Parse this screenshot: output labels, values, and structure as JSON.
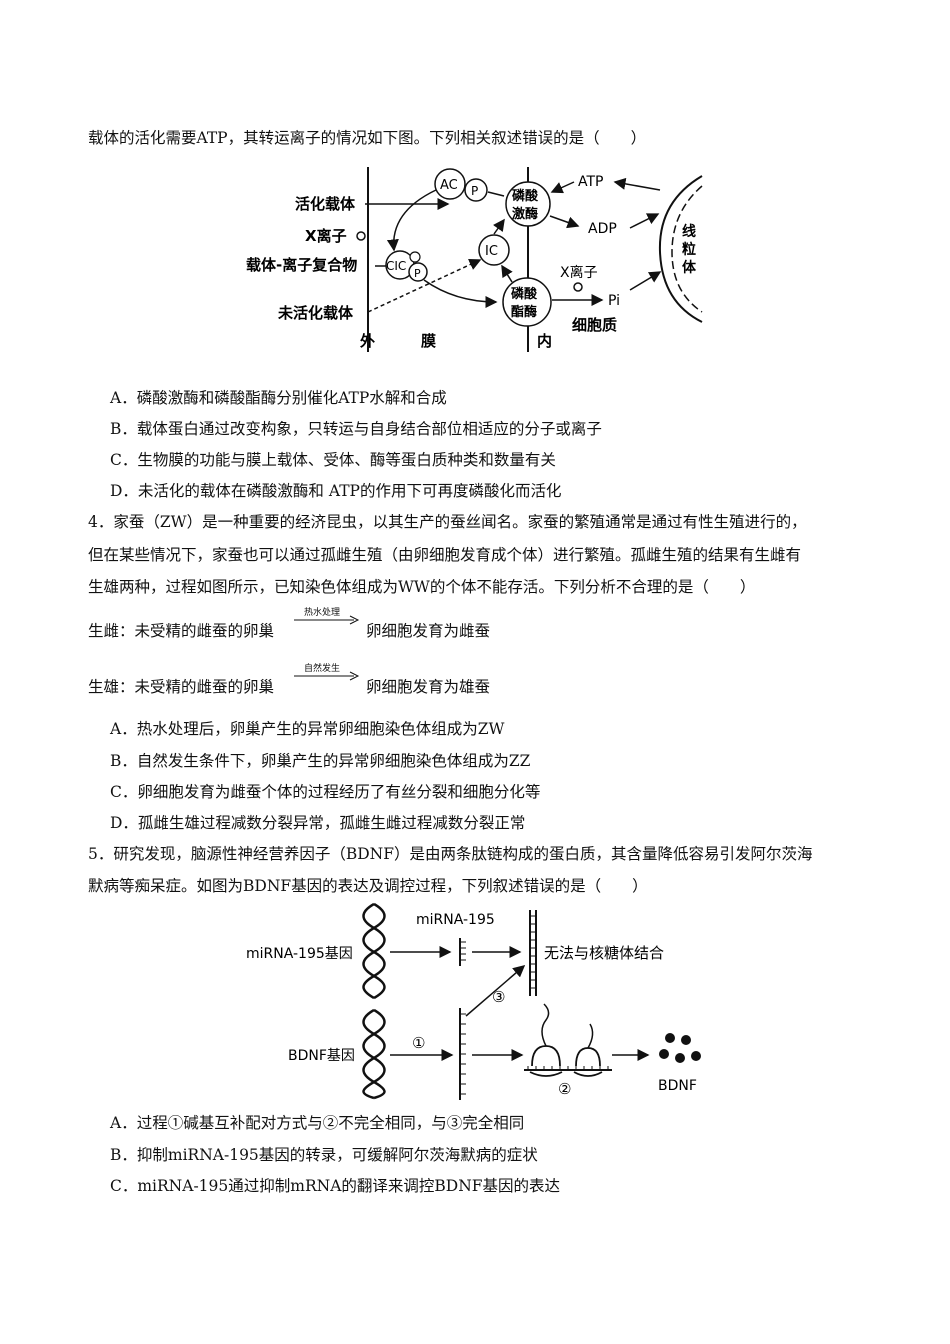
{
  "intro": "载体的活化需要ATP，其转运离子的情况如下图。下列相关叙述错误的是（　　）",
  "fig1": {
    "activated_carrier": "活化载体",
    "x_ion_left": "X离子",
    "complex": "载体-离子复合物",
    "inactive_carrier": "未活化载体",
    "outside": "外",
    "membrane": "膜",
    "inside": "内",
    "ac": "AC",
    "p": "P",
    "cic": "CIC",
    "ic": "IC",
    "kinase_1": "磷酸",
    "kinase_2": "激酶",
    "phosphatase_1": "磷酸",
    "phosphatase_2": "酯酶",
    "atp": "ATP",
    "adp": "ADP",
    "x_ion_right": "X离子",
    "pi": "Pi",
    "cytoplasm": "细胞质",
    "mito_1": "线",
    "mito_2": "粒",
    "mito_3": "体"
  },
  "q3_options": [
    "A．磷酸激酶和磷酸酯酶分别催化ATP水解和合成",
    "B．载体蛋白通过改变构象，只转运与自身结合部位相适应的分子或离子",
    "C．生物膜的功能与膜上载体、受体、酶等蛋白质种类和数量有关",
    "D．未活化的载体在磷酸激酶和  ATP的作用下可再度磷酸化而活化"
  ],
  "q4": {
    "line1": "4．家蚕（ZW）是一种重要的经济昆虫，以其生产的蚕丝闻名。家蚕的繁殖通常是通过有性生殖进行的，",
    "line2": "但在某些情况下，家蚕也可以通过孤雌生殖（由卵细胞发育成个体）进行繁殖。孤雌生殖的结果有生雌有",
    "line3": "生雄两种，过程如图所示，已知染色体组成为WW的个体不能存活。下列分析不合理的是（　　）",
    "row1_left": "生雌：未受精的雌蚕的卵巢",
    "row1_arrow": "热水处理",
    "row1_right": "卵细胞发育为雌蚕",
    "row2_left": "生雄：未受精的雌蚕的卵巢",
    "row2_arrow": "自然发生",
    "row2_right": "卵细胞发育为雄蚕",
    "options": [
      "A．热水处理后，卵巢产生的异常卵细胞染色体组成为ZW",
      "B．自然发生条件下，卵巢产生的异常卵细胞染色体组成为ZZ",
      "C．卵细胞发育为雌蚕个体的过程经历了有丝分裂和细胞分化等",
      "D．孤雌生雄过程减数分裂异常，孤雌生雌过程减数分裂正常"
    ]
  },
  "q5": {
    "line1": "5．研究发现，脑源性神经营养因子（BDNF）是由两条肽链构成的蛋白质，其含量降低容易引发阿尔茨海",
    "line2": "默病等痴呆症。如图为BDNF基因的表达及调控过程，下列叙述错误的是（　　）",
    "fig": {
      "mirna_gene": "miRNA-195基因",
      "mirna": "miRNA-195",
      "cannot_bind": "无法与核糖体结合",
      "bdnf_gene": "BDNF基因",
      "step1": "①",
      "step2": "②",
      "step3": "③",
      "bdnf": "BDNF"
    },
    "options": [
      "A．过程①碱基互补配对方式与②不完全相同，与③完全相同",
      "B．抑制miRNA-195基因的转录，可缓解阿尔茨海默病的症状",
      "C．miRNA-195通过抑制mRNA的翻译来调控BDNF基因的表达"
    ]
  }
}
